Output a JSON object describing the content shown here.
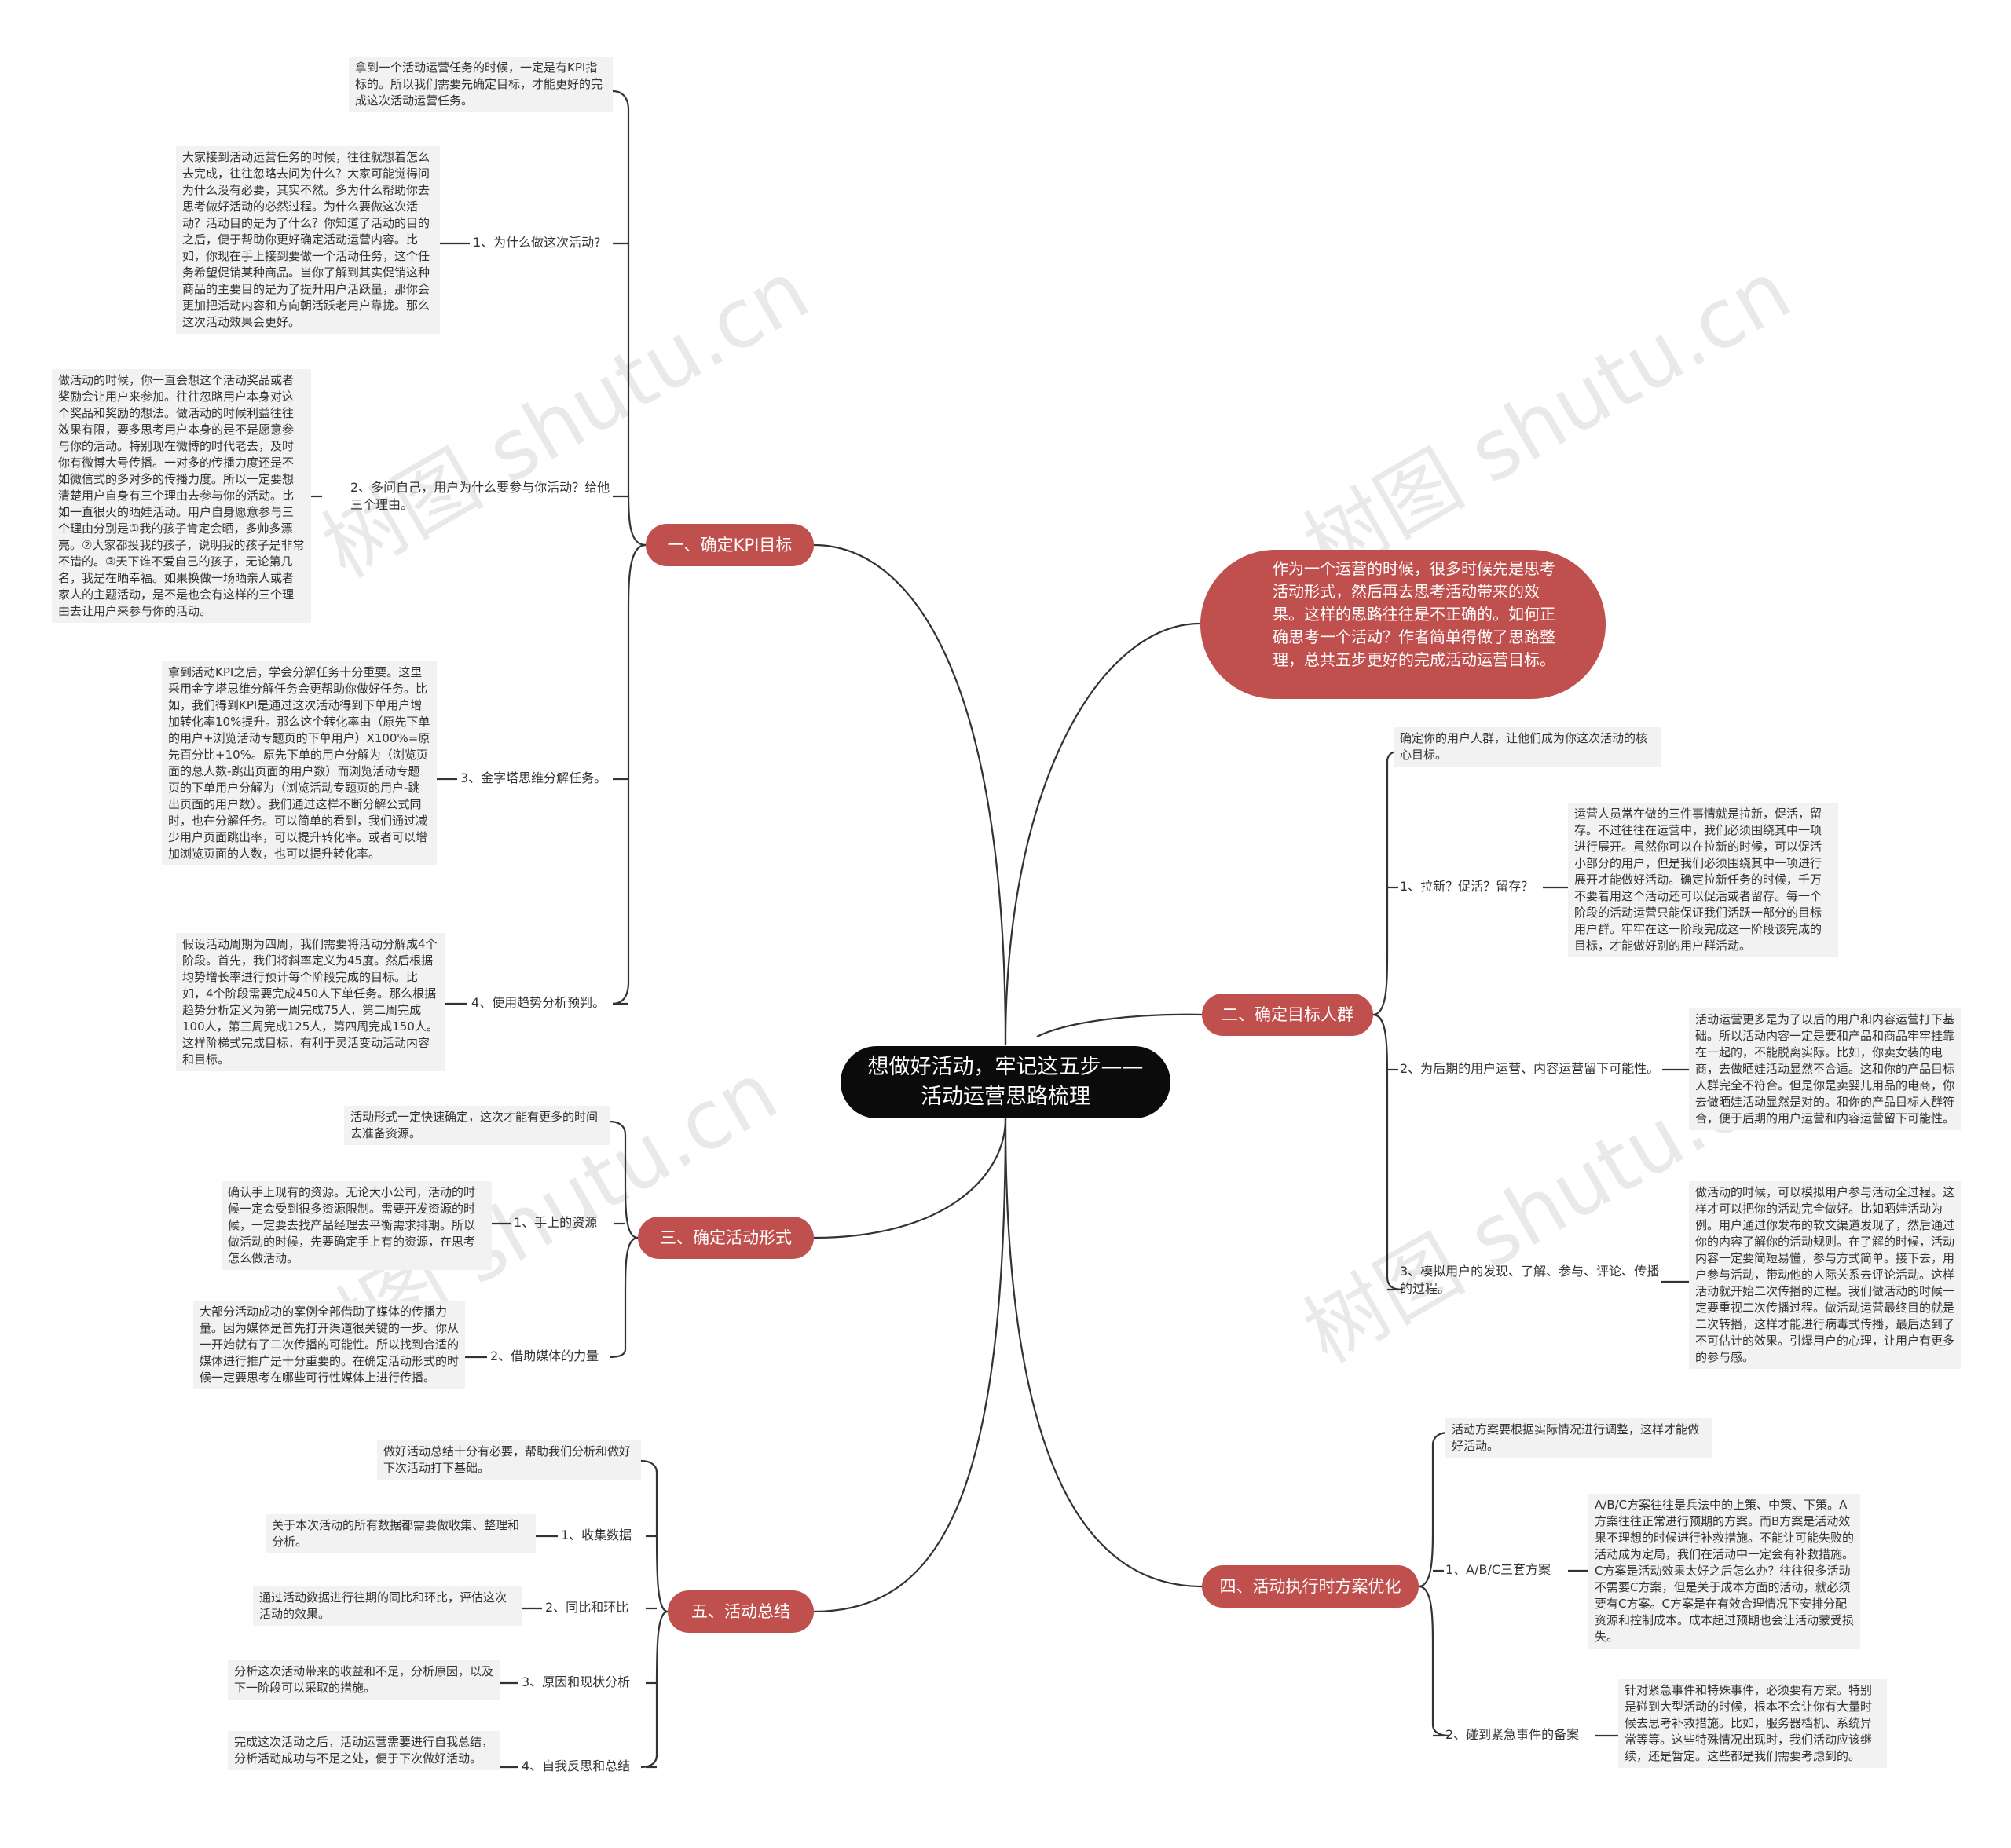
{
  "colors": {
    "root": "#0b0b0b",
    "branch": "#c0504d",
    "leaf_bg": "#f2f2f2",
    "line": "#333333"
  },
  "watermark": "树图 shutu.cn",
  "root": "想做好活动，牢记这五步——活动运营思路梳理",
  "intro": "作为一个运营的时候，很多时候先是思考活动形式，然后再去思考活动带来的效果。这样的思路往往是不正确的。如何正确思考一个活动？作者简单得做了思路整理，总共五步更好的完成活动运营目标。",
  "branches": {
    "b1": {
      "label": "一、确定KPI目标",
      "intro": "拿到一个活动运营任务的时候，一定是有KPI指标的。所以我们需要先确定目标，才能更好的完成这次活动运营任务。",
      "items": [
        {
          "label": "1、为什么做这次活动?",
          "note": "大家接到活动运营任务的时候，往往就想着怎么去完成，往往忽略去问为什么？大家可能觉得问为什么没有必要，其实不然。多为什么帮助你去思考做好活动的必然过程。为什么要做这次活动？活动目的是为了什么？你知道了活动的目的之后，便于帮助你更好确定活动运营内容。比如，你现在手上接到要做一个活动任务，这个任务希望促销某种商品。当你了解到其实促销这种商品的主要目的是为了提升用户活跃量，那你会更加把活动内容和方向朝活跃老用户靠拢。那么这次活动效果会更好。"
        },
        {
          "label": "2、多问自己，用户为什么要参与你活动？给他三个理由。",
          "note": "做活动的时候，你一直会想这个活动奖品或者奖励会让用户来参加。往往忽略用户本身对这个奖品和奖励的想法。做活动的时候利益往往效果有限，要多思考用户本身的是不是愿意参与你的活动。特别现在微博的时代老去，及时你有微博大号传播。一对多的传播力度还是不如微信式的多对多的传播力度。所以一定要想清楚用户自身有三个理由去参与你的活动。比如一直很火的晒娃活动。用户自身愿意参与三个理由分别是①我的孩子肯定会晒，多帅多漂亮。②大家都投我的孩子，说明我的孩子是非常不错的。③天下谁不爱自己的孩子，无论第几名，我是在晒幸福。如果换做一场晒亲人或者家人的主题活动，是不是也会有这样的三个理由去让用户来参与你的活动。"
        },
        {
          "label": "3、金字塔思维分解任务。",
          "note": "拿到活动KPI之后，学会分解任务十分重要。这里采用金字塔思维分解任务会更帮助你做好任务。比如，我们得到KPI是通过这次活动得到下单用户增加转化率10%提升。那么这个转化率由（原先下单的用户+浏览活动专题页的下单用户）X100%=原先百分比+10%。原先下单的用户分解为（浏览页面的总人数-跳出页面的用户数）而浏览活动专题页的下单用户分解为（浏览活动专题页的用户-跳出页面的用户数）。我们通过这样不断分解公式同时，也在分解任务。可以简单的看到，我们通过减少用户页面跳出率，可以提升转化率。或者可以增加浏览页面的人数，也可以提升转化率。"
        },
        {
          "label": "4、使用趋势分析预判。",
          "note": "假设活动周期为四周，我们需要将活动分解成4个阶段。首先，我们将斜率定义为45度。然后根据均势增长率进行预计每个阶段完成的目标。比如，4个阶段需要完成450人下单任务。那么根据趋势分析定义为第一周完成75人，第二周完成100人，第三周完成125人，第四周完成150人。这样阶梯式完成目标，有利于灵活变动活动内容和目标。"
        }
      ]
    },
    "b3": {
      "label": "三、确定活动形式",
      "intro": "活动形式一定快速确定，这次才能有更多的时间去准备资源。",
      "items": [
        {
          "label": "1、手上的资源",
          "note": "确认手上现有的资源。无论大小公司，活动的时候一定会受到很多资源限制。需要开发资源的时候，一定要去找产品经理去平衡需求排期。所以做活动的时候，先要确定手上有的资源，在思考怎么做活动。"
        },
        {
          "label": "2、借助媒体的力量",
          "note": "大部分活动成功的案例全部借助了媒体的传播力量。因为媒体是首先打开渠道很关键的一步。你从一开始就有了二次传播的可能性。所以找到合适的媒体进行推广是十分重要的。在确定活动形式的时候一定要思考在哪些可行性媒体上进行传播。"
        }
      ]
    },
    "b5": {
      "label": "五、活动总结",
      "intro": "做好活动总结十分有必要，帮助我们分析和做好下次活动打下基础。",
      "items": [
        {
          "label": "1、收集数据",
          "note": "关于本次活动的所有数据都需要做收集、整理和分析。"
        },
        {
          "label": "2、同比和环比",
          "note": "通过活动数据进行往期的同比和环比，评估这次活动的效果。"
        },
        {
          "label": "3、原因和现状分析",
          "note": "分析这次活动带来的收益和不足，分析原因，以及下一阶段可以采取的措施。"
        },
        {
          "label": "4、自我反思和总结",
          "note": "完成这次活动之后，活动运营需要进行自我总结，分析活动成功与不足之处，便于下次做好活动。"
        }
      ]
    },
    "b2": {
      "label": "二、确定目标人群",
      "intro": "确定你的用户人群，让他们成为你这次活动的核心目标。",
      "items": [
        {
          "label": "1、拉新？促活？留存？",
          "note": "运营人员常在做的三件事情就是拉新，促活，留存。不过往往在运营中，我们必须围绕其中一项进行展开。虽然你可以在拉新的时候，可以促活小部分的用户，但是我们必须围绕其中一项进行展开才能做好活动。确定拉新任务的时候，千万不要着用这个活动还可以促活或者留存。每一个阶段的活动运营只能保证我们活跃一部分的目标用户群。牢牢在这一阶段完成这一阶段该完成的目标，才能做好别的用户群活动。"
        },
        {
          "label": "2、为后期的用户运营、内容运营留下可能性。",
          "note": "活动运营更多是为了以后的用户和内容运营打下基础。所以活动内容一定是要和产品和商品牢牢挂靠在一起的，不能脱离实际。比如，你卖女装的电商，去做晒娃活动显然不合适。这和你的产品目标人群完全不符合。但是你是卖婴儿用品的电商，你去做晒娃活动显然是对的。和你的产品目标人群符合，便于后期的用户运营和内容运营留下可能性。"
        },
        {
          "label": "3、模拟用户的发现、了解、参与、评论、传播的过程。",
          "note": "做活动的时候，可以模拟用户参与活动全过程。这样才可以把你的活动完全做好。比如晒娃活动为例。用户通过你发布的软文渠道发现了，然后通过你的内容了解你的活动规则。在了解的时候，活动内容一定要简短易懂，参与方式简单。接下去，用户参与活动，带动他的人际关系去评论活动。这样活动就开始二次传播的过程。我们做活动的时候一定要重视二次传播过程。做活动运营最终目的就是二次转播，这样才能进行病毒式传播，最后达到了不可估计的效果。引爆用户的心理，让用户有更多的参与感。"
        }
      ]
    },
    "b4": {
      "label": "四、活动执行时方案优化",
      "intro": "活动方案要根据实际情况进行调整，这样才能做好活动。",
      "items": [
        {
          "label": "1、A/B/C三套方案",
          "note": "A/B/C方案往往是兵法中的上策、中策、下策。A方案往往正常进行预期的方案。而B方案是活动效果不理想的时候进行补救措施。不能让可能失败的活动成为定局，我们在活动中一定会有补救措施。C方案是活动效果太好之后怎么办？往往很多活动不需要C方案，但是关于成本方面的活动，就必须要有C方案。C方案是在有效合理情况下安排分配资源和控制成本。成本超过预期也会让活动蒙受损失。"
        },
        {
          "label": "2、碰到紧急事件的备案",
          "note": "针对紧急事件和特殊事件，必须要有方案。特别是碰到大型活动的时候，根本不会让你有大量时候去思考补救措施。比如，服务器档机、系统异常等等。这些特殊情况出现时，我们活动应该继续，还是暂定。这些都是我们需要考虑到的。"
        }
      ]
    }
  }
}
